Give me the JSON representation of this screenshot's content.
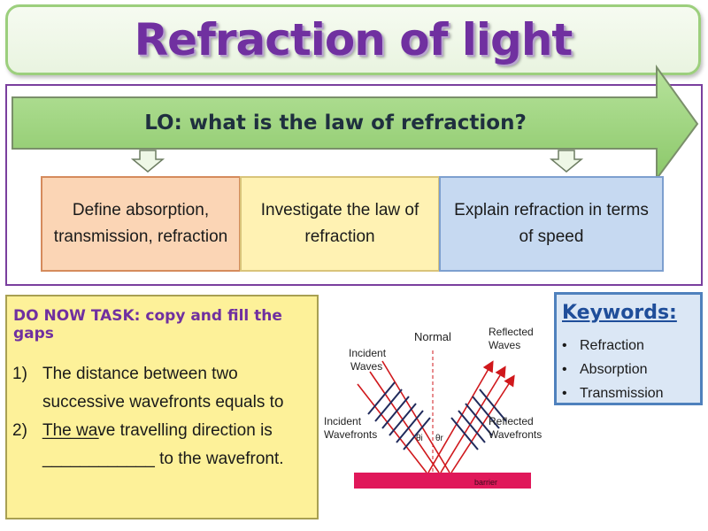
{
  "title": "Refraction of light",
  "learning_objective": "LO: what is the law of refraction?",
  "objectives": [
    {
      "text": "Define absorption, transmission, refraction"
    },
    {
      "text": "Investigate the law of refraction"
    },
    {
      "text": "Explain refraction in terms of speed"
    }
  ],
  "do_now": {
    "title": "DO NOW TASK: copy and fill the gaps",
    "items": [
      {
        "num": "1)",
        "text": "The distance between two successive wavefronts equals to ______."
      },
      {
        "num": "2)",
        "text": "The wave travelling direction is ____________ to the wavefront."
      }
    ]
  },
  "keywords": {
    "title": "Keywords:",
    "items": [
      "Refraction",
      "Absorption",
      "Transmission"
    ]
  },
  "diagram": {
    "normal": "Normal",
    "incident_waves": [
      "Incident",
      "Waves"
    ],
    "reflected_waves": [
      "Reflected",
      "Waves"
    ],
    "incident_wavefronts": [
      "Incident",
      "Wavefronts"
    ],
    "reflected_wavefronts": [
      "Reflected",
      "Wavefronts"
    ],
    "theta_i": "θi",
    "theta_r": "θr",
    "barrier": "barrier"
  },
  "colors": {
    "title": "#7030a0",
    "arrow_fill": "#9bd37b",
    "ray": "#d0181c",
    "wavefront": "#1f2a5c",
    "barrier": "#e0185a"
  }
}
